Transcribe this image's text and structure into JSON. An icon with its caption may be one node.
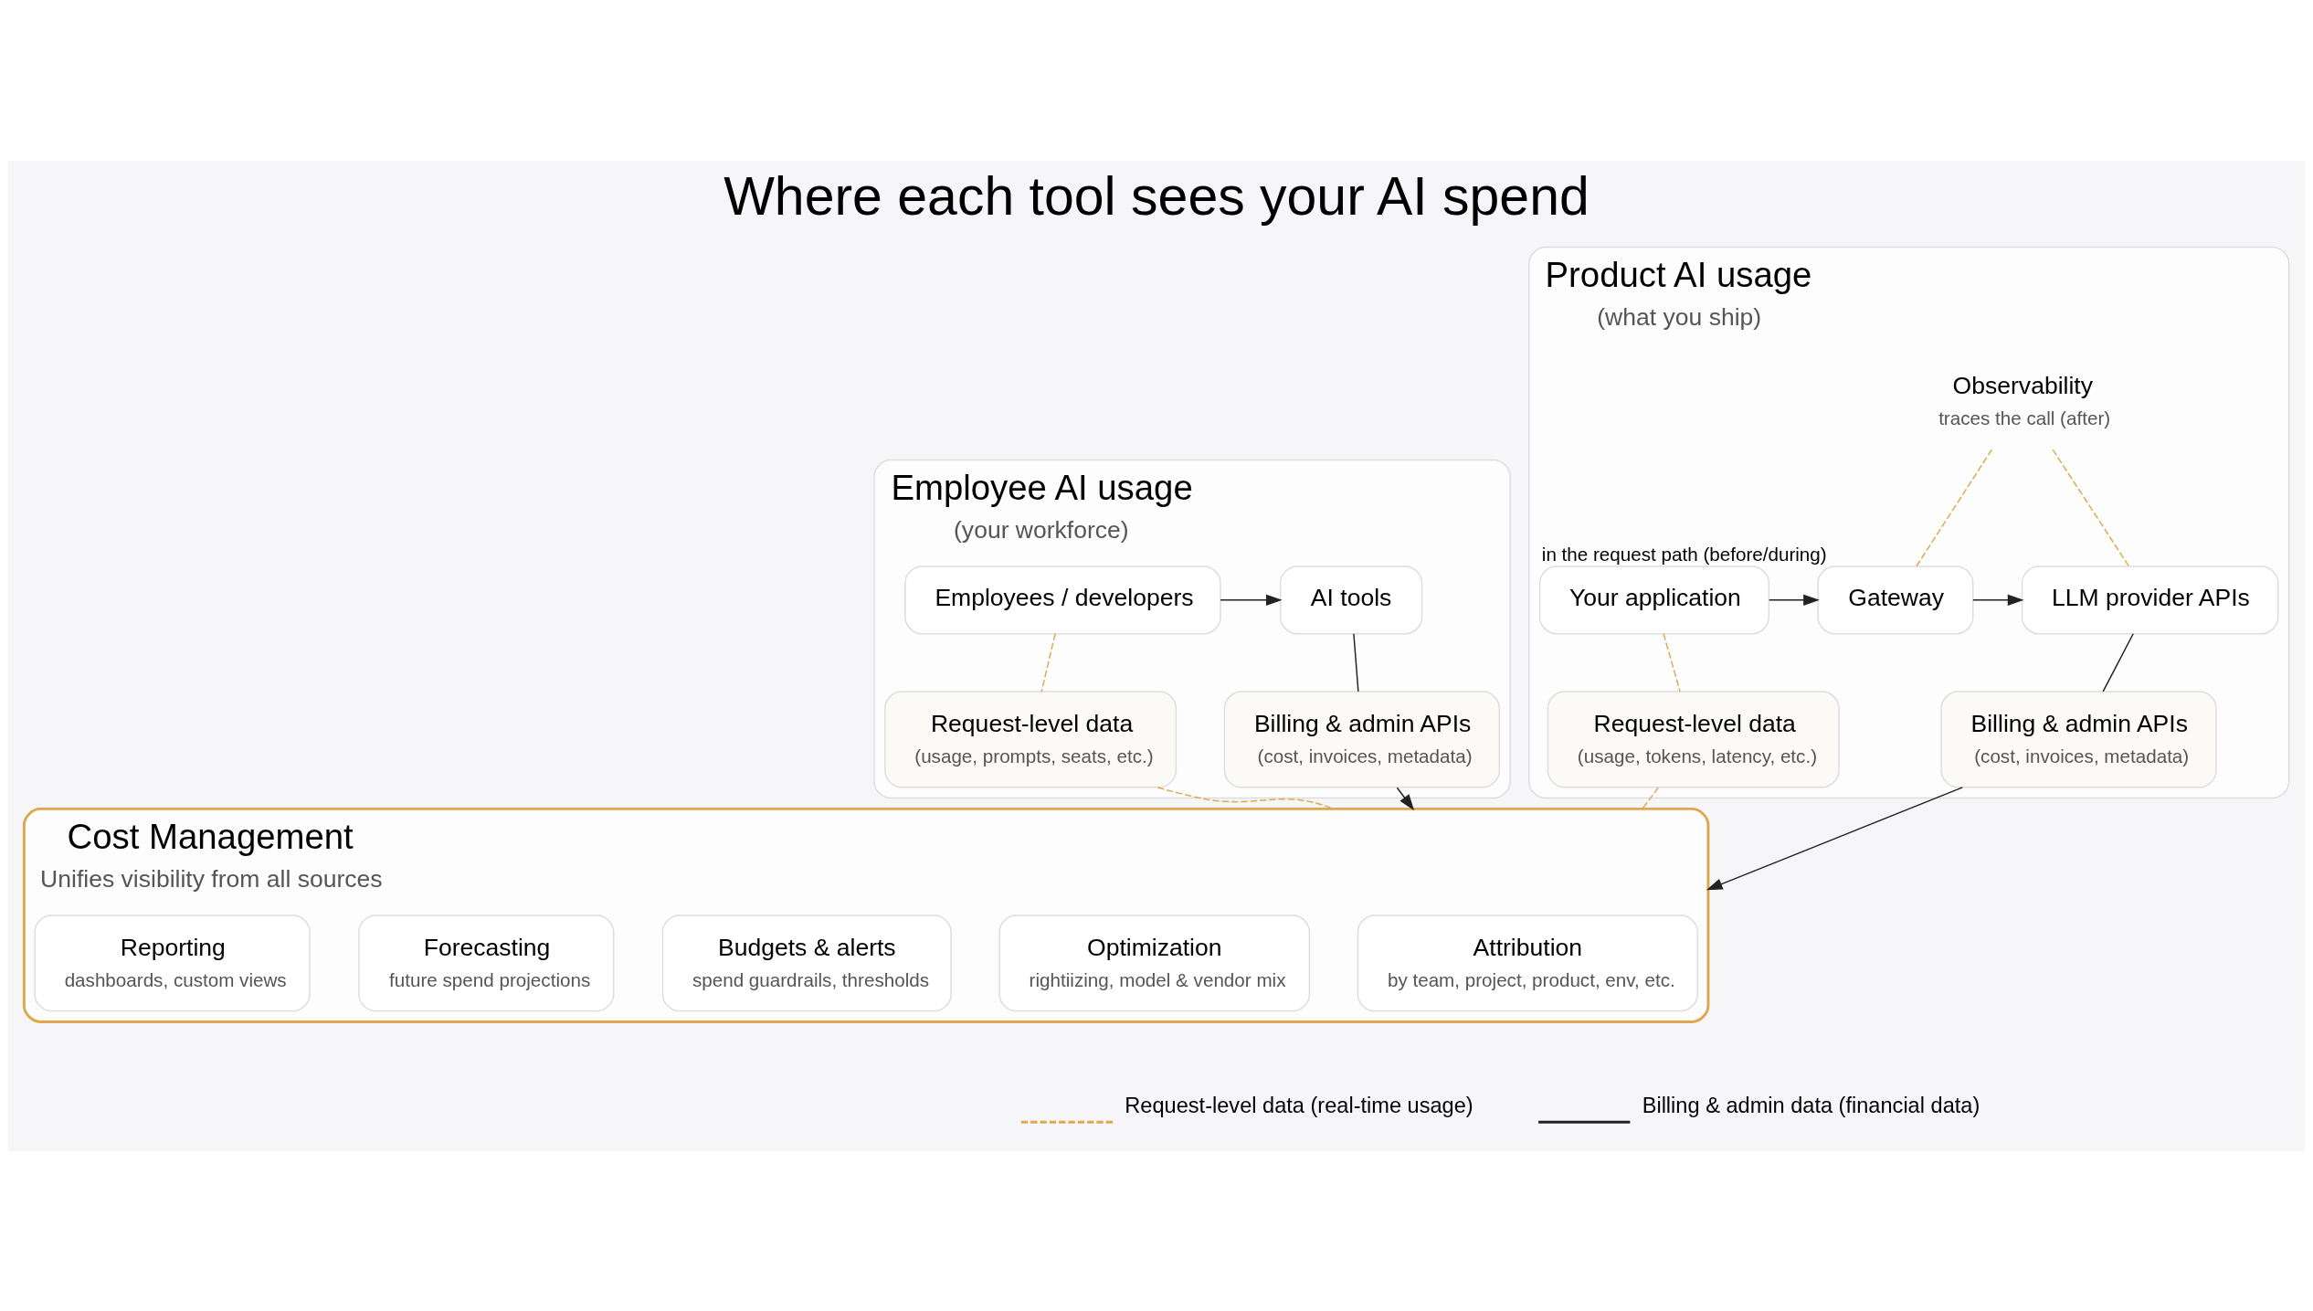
{
  "diagram": {
    "title": "Where each tool sees your AI spend",
    "nodes": [
      {
        "text": [
          "Product AI usage",
          "(what you ship)"
        ]
      },
      {
        "text": [
          "Your application"
        ],
        "in": 0
      },
      {
        "text": [
          "Gateway"
        ],
        "beside": [
          "in the request path (before/during)"
        ],
        "in": 0
      },
      {
        "text": [
          "LLM provider APIs"
        ],
        "in": 0
      },
      {
        "text": [
          "Observability",
          "traces the call (after)"
        ],
        "in": 0
      },
      {
        "text": [
          "Request-level data",
          "(usage, tokens, latency, etc.)"
        ],
        "in": 0
      },
      {
        "text": [
          "Billing & admin APIs",
          "(cost, invoices, metadata)"
        ],
        "in": 0
      },
      {
        "text": [
          "Employee AI usage",
          "(your workforce)"
        ]
      },
      {
        "text": [
          "Employees / developers"
        ],
        "in": 7
      },
      {
        "text": [
          "AI tools"
        ],
        "in": 7
      },
      {
        "text": [
          "Request-level data",
          "(usage, prompts, seats, etc.)"
        ],
        "in": 7
      },
      {
        "text": [
          "Billing & admin APIs",
          "(cost, invoices, metadata)"
        ],
        "in": 7
      },
      {
        "text": [
          "Cost Management",
          "Unifies visibility from all sources"
        ]
      },
      {
        "text": [
          "Attribution",
          "by team, project, product, env, etc."
        ],
        "in": 12
      },
      {
        "text": [
          "Optimization",
          "rightiizing, model & vendor mix"
        ],
        "in": 12
      },
      {
        "text": [
          "Budgets & alerts",
          "spend guardrails, thresholds"
        ],
        "in": 12
      },
      {
        "text": [
          "Forecasting",
          "future spend projections"
        ],
        "in": 12
      },
      {
        "text": [
          "Reporting",
          "dashboards, custom views"
        ],
        "in": 12
      }
    ],
    "edges": [
      {
        "from": 1,
        "to": 2,
        "arrow": "to"
      },
      {
        "from": 2,
        "to": 3,
        "arrow": "to"
      },
      {
        "from": 4,
        "to": 2,
        "arrow": "none",
        "style": "dashed",
        "color": "#e0a84e"
      },
      {
        "from": 4,
        "to": 3,
        "arrow": "none",
        "style": "dashed",
        "color": "#e0a84e"
      },
      {
        "from": 1,
        "to": 5,
        "arrow": "none",
        "style": "dashed",
        "color": "#e0a84e"
      },
      {
        "from": 5,
        "to": 12,
        "arrow": "none",
        "style": "dashed",
        "color": "#e0a84e"
      },
      {
        "from": 3,
        "to": 6,
        "arrow": "none"
      },
      {
        "from": 6,
        "to": 12,
        "arrow": "to"
      },
      {
        "from": 8,
        "to": 9,
        "arrow": "to"
      },
      {
        "from": 8,
        "to": 10,
        "arrow": "none",
        "style": "dashed",
        "color": "#e0a84e"
      },
      {
        "from": 10,
        "to": 12,
        "arrow": "none",
        "style": "dashed",
        "color": "#e0a84e"
      },
      {
        "from": 9,
        "to": 11,
        "arrow": "none"
      },
      {
        "from": 11,
        "to": 12,
        "arrow": "to"
      }
    ],
    "legend": [
      {
        "text": "Request-level data (real-time usage)"
      },
      {
        "text": "Billing & admin data (financial data)"
      }
    ]
  }
}
